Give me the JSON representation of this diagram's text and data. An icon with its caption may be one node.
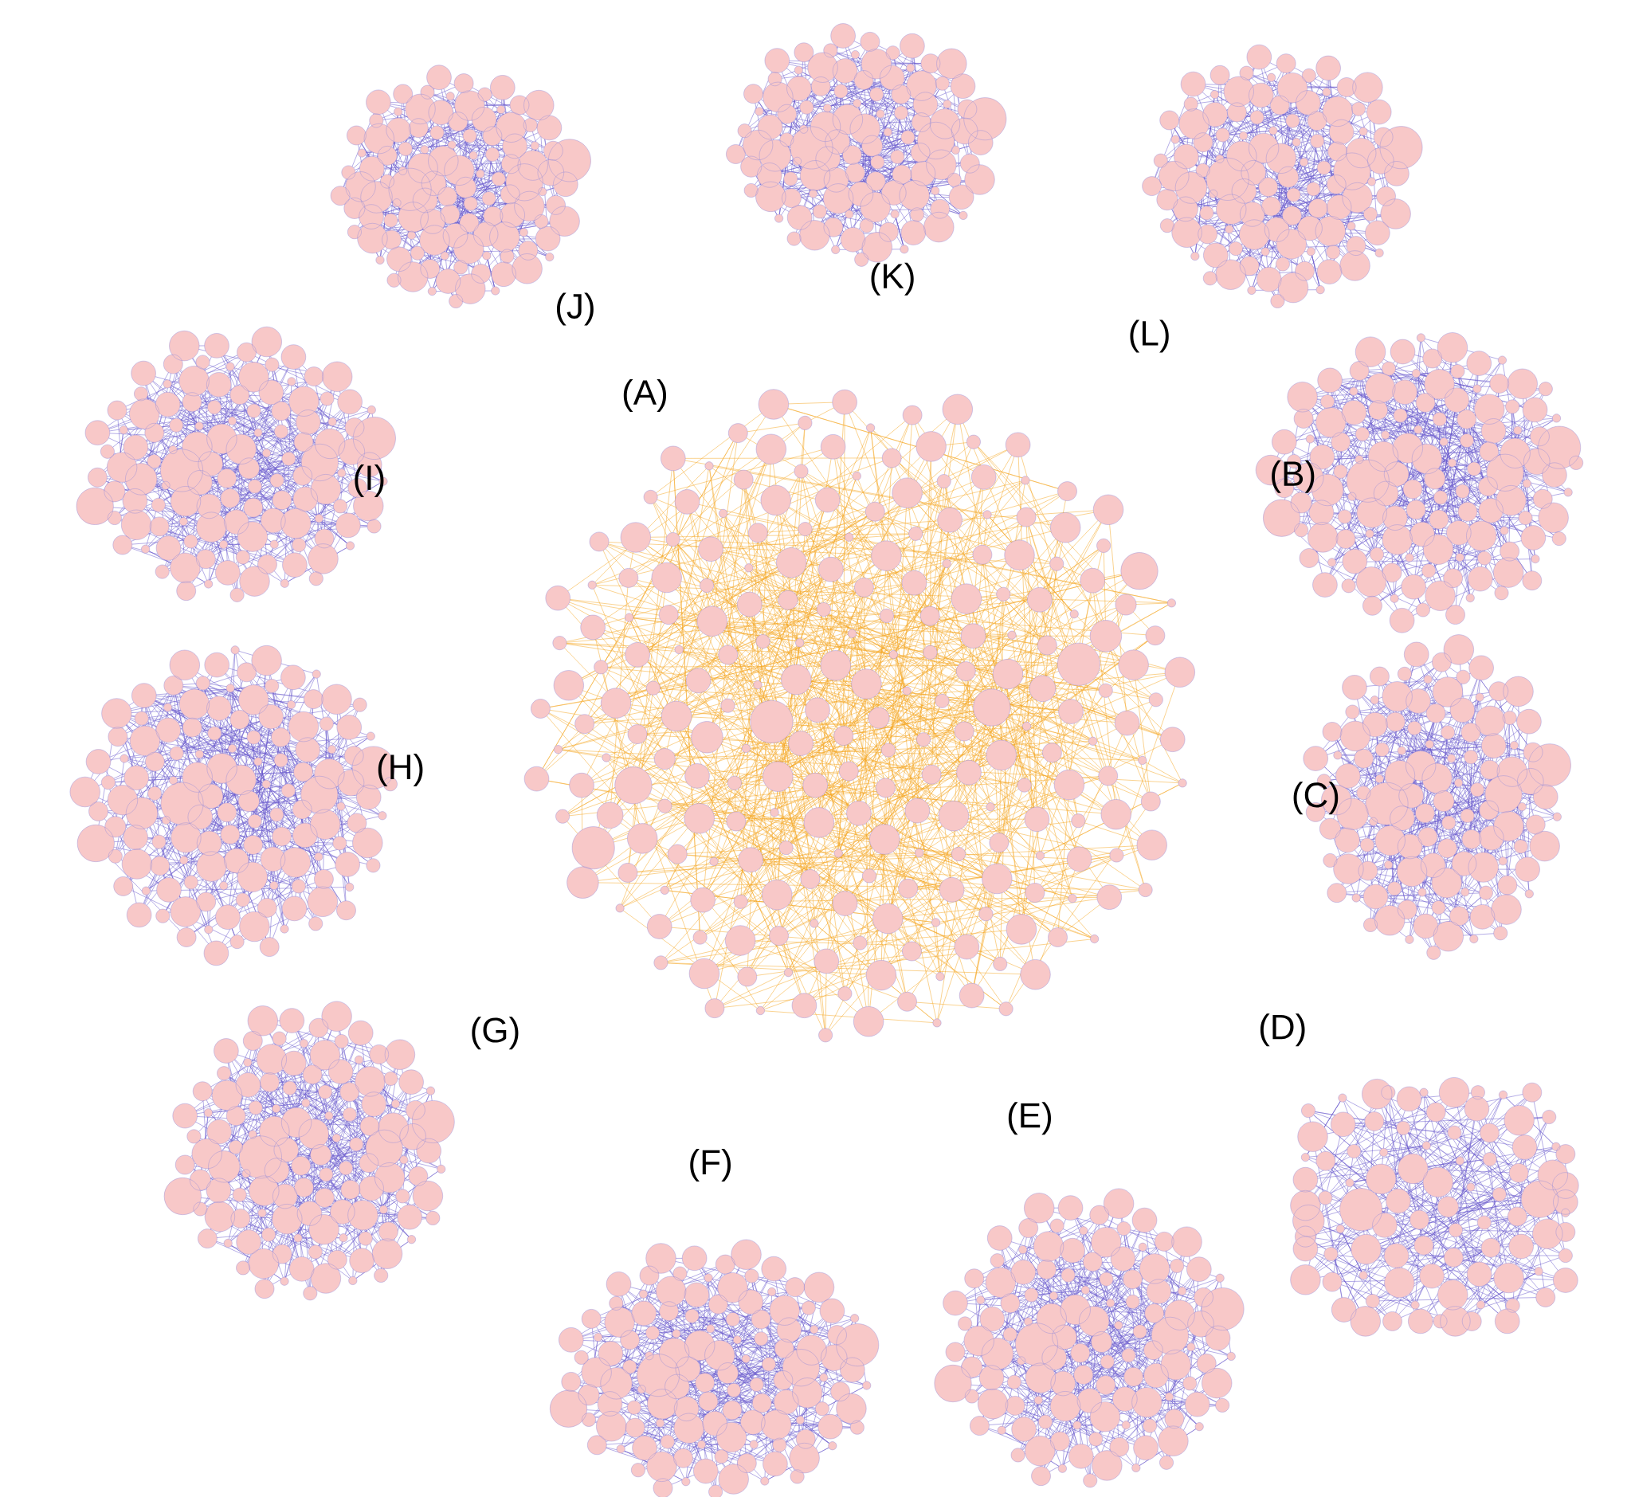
{
  "diagram": {
    "labels": [
      "(K)",
      "(J)",
      "(L)",
      "(A)",
      "(B)",
      "(I)",
      "(H)",
      "(C)",
      "(D)",
      "(G)",
      "(E)",
      "(F)"
    ]
  }
}
